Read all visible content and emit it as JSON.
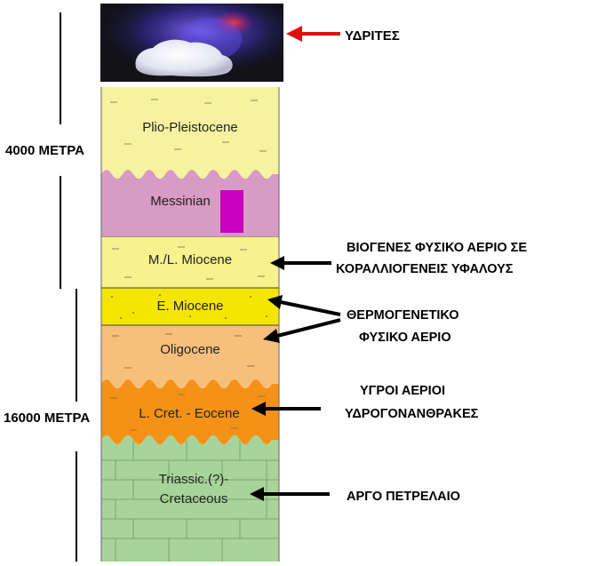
{
  "depth_labels": {
    "top": "4000 ΜΕΤΡΑ",
    "bottom": "16000 ΜΕΤΡΑ"
  },
  "strata": [
    {
      "name": "Plio-Pleistocene",
      "color": "#f7f2a0",
      "pattern": "dash"
    },
    {
      "name": "Messinian",
      "color": "#d89bc4",
      "pattern": "none"
    },
    {
      "name": "M./L. Miocene",
      "color": "#f7f18e",
      "pattern": "dash"
    },
    {
      "name": "E. Miocene",
      "color": "#f4e600",
      "pattern": "dots"
    },
    {
      "name": "Oligocene",
      "color": "#f6c07c",
      "pattern": "dash"
    },
    {
      "name": "L. Cret. - Eocene",
      "color": "#f49117",
      "pattern": "dash"
    },
    {
      "name": [
        "Triassic.(?)-",
        "Cretaceous"
      ],
      "color": "#a7d49a",
      "pattern": "brick"
    }
  ],
  "annotations": {
    "hydrates": "ΥΔΡΙΤΕΣ",
    "biogenic_gas": [
      "ΒΙΟΓΕΝΕΣ ΦΥΣΙΚΟ ΑΕΡΙΟ ΣΕ",
      "ΚΟΡΑΛΛΙΟΓΕΝΕΙΣ ΥΦΑΛΟΥΣ"
    ],
    "thermogenic_gas": [
      "ΘΕΡΜΟΓΕΝΕΤΙΚΟ",
      "ΦΥΣΙΚΟ ΑΕΡΙΟ"
    ],
    "wet_gas": [
      "ΥΓΡΟΙ ΑΕΡΙΟΙ",
      "ΥΔΡΟΓΟΝΑΝΘΡΑΚΕΣ"
    ],
    "crude_oil": "ΑΡΓΟ ΠΕΤΡΕΛΑΙΟ"
  },
  "colors": {
    "arrow_highlight": "#e01010",
    "arrow_default": "#000000",
    "messinian_marker": "#c800c0"
  }
}
